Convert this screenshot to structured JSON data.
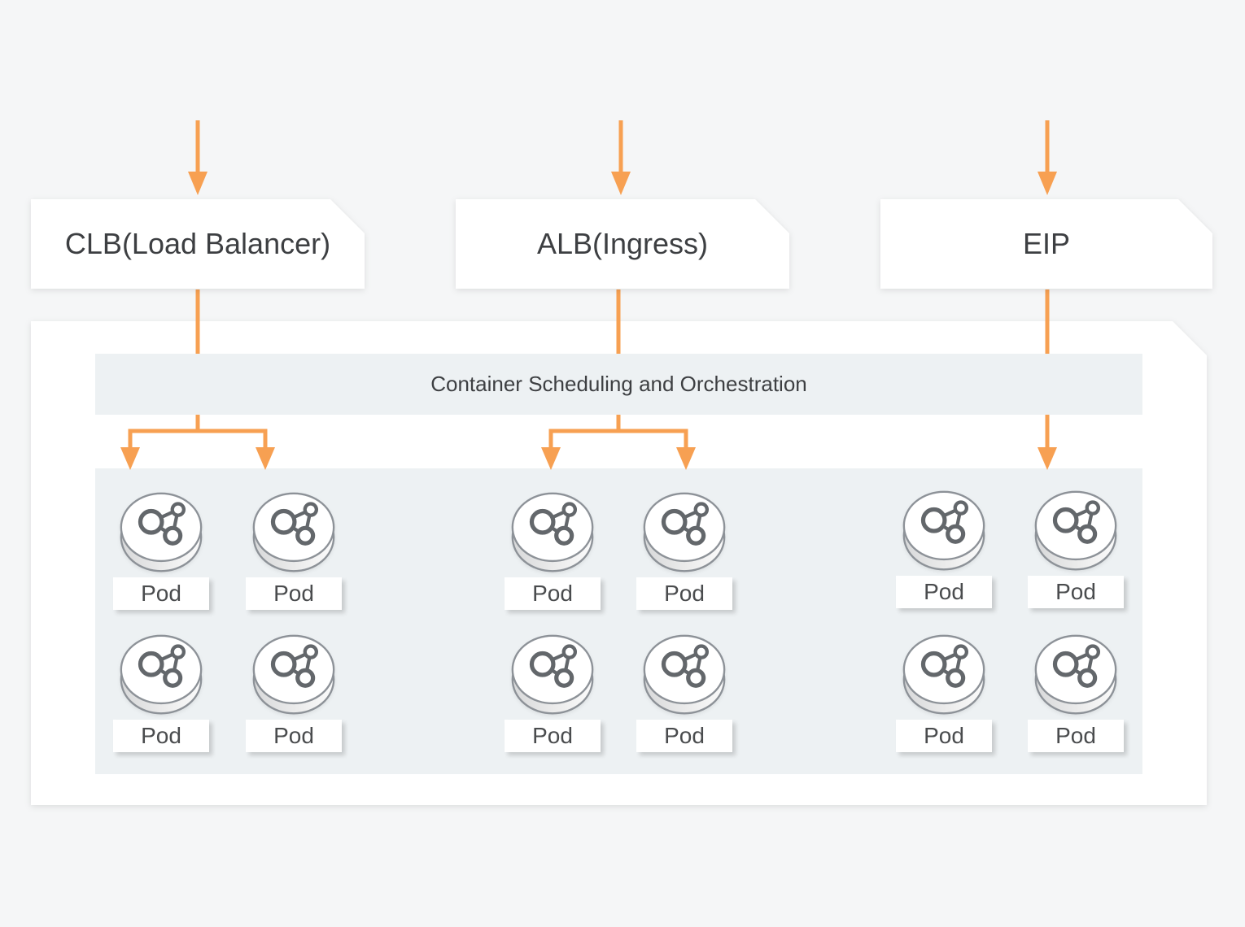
{
  "colors": {
    "background": "#f5f6f7",
    "surface": "#ffffff",
    "panel": "#edf1f3",
    "accent_orange": "#f7a052",
    "text_dark": "#3d3f42",
    "text_medium": "#4a4c4e",
    "pod_outline": "#8d9298",
    "pod_icon": "#63676b"
  },
  "tags": [
    {
      "label": "CLB(Load Balancer)"
    },
    {
      "label": "ALB(Ingress)"
    },
    {
      "label": "EIP"
    }
  ],
  "container": {
    "header": "Container Scheduling and Orchestration"
  },
  "groups": [
    {
      "name": "clb-pods",
      "pods": [
        "Pod",
        "Pod",
        "Pod",
        "Pod"
      ]
    },
    {
      "name": "alb-pods",
      "pods": [
        "Pod",
        "Pod",
        "Pod",
        "Pod"
      ]
    },
    {
      "name": "eip-pods",
      "pods": [
        "Pod",
        "Pod",
        "Pod",
        "Pod"
      ]
    }
  ],
  "icons": {
    "arrow": "orange-down-arrow-icon",
    "pod": "pod-cylinder-molecule-icon"
  }
}
